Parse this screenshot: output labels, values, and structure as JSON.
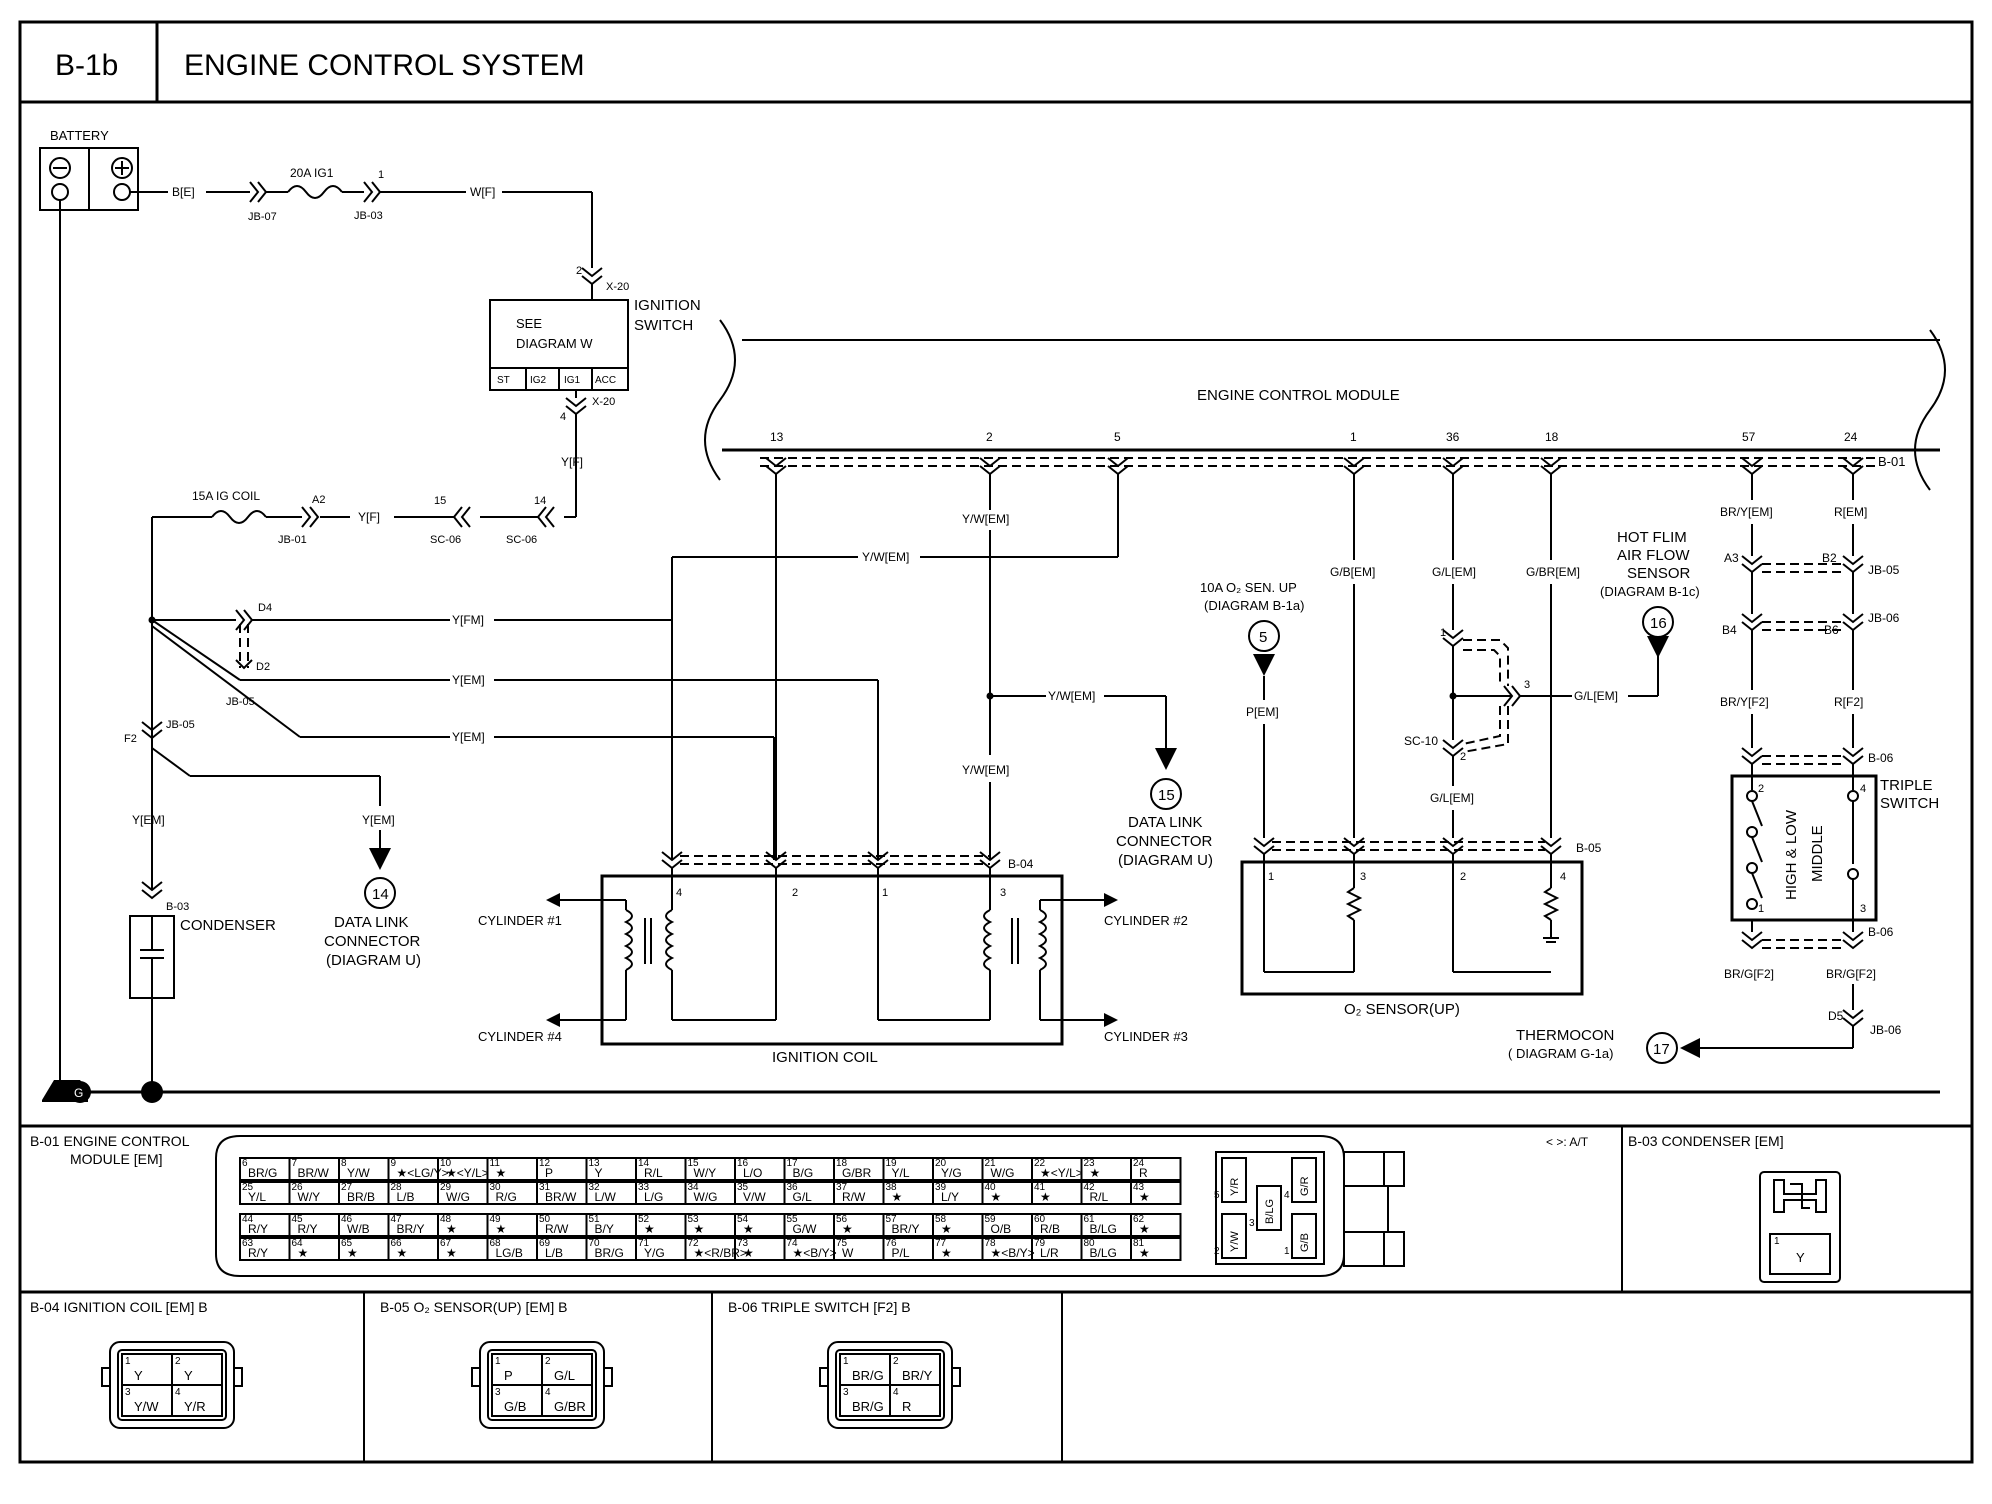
{
  "header": {
    "code": "B-1b",
    "title": "ENGINE CONTROL SYSTEM"
  },
  "battery": {
    "label": "BATTERY"
  },
  "power": {
    "fuse_main": "20A IG1",
    "fuse_coil": "15A IG COIL",
    "w_battery": "B[E]",
    "w_ig1": "W[F]",
    "w_yf": "Y[F]",
    "w_yf2": "Y[F]",
    "jb07": "JB-07",
    "jb03": "JB-03",
    "jb03_pin": "1",
    "jb01": "JB-01",
    "jb01_pin": "A2",
    "sc06a": "SC-06",
    "sc06a_pin": "15",
    "sc06b": "SC-06",
    "sc06b_pin": "14"
  },
  "ignition": {
    "label1": "IGNITION",
    "label2": "SWITCH",
    "see1": "SEE",
    "see2": "DIAGRAM W",
    "x20_top": "X-20",
    "x20_top_pin": "2",
    "x20_bot": "X-20",
    "x20_bot_pin": "4",
    "st": "ST",
    "ig2": "IG2",
    "ig1": "IG1",
    "acc": "ACC"
  },
  "ecm": {
    "label": "ENGINE CONTROL MODULE",
    "pins": [
      "13",
      "2",
      "5",
      "1",
      "36",
      "18",
      "57",
      "24"
    ],
    "b01": "B-01"
  },
  "wires": {
    "d4": "D4",
    "d2": "D2",
    "jb05": "JB-05",
    "jb05b": "JB-05",
    "f2": "F2",
    "yfm": "Y[FM]",
    "yem1": "Y[EM]",
    "yem2": "Y[EM]",
    "yem3": "Y[EM]",
    "yem4": "Y[EM]",
    "yw1": "Y/W[EM]",
    "yw2": "Y/W[EM]",
    "yw3": "Y/W[EM]",
    "yw4": "Y/W[EM]",
    "gb": "G/B[EM]",
    "gl": "G/L[EM]",
    "gl2": "G/L[EM]",
    "gl3": "G/L[EM]",
    "gbr": "G/BR[EM]",
    "pem": "P[EM]",
    "bry": "BR/Y[EM]",
    "rem": "R[EM]",
    "bryf2": "BR/Y[F2]",
    "rf2": "R[F2]",
    "brgf2a": "BR/G[F2]",
    "brgf2b": "BR/G[F2]",
    "a3": "A3",
    "b2": "B2",
    "b4": "B4",
    "b6": "B6",
    "d5": "D5",
    "jb05c": "JB-05",
    "jb06a": "JB-06",
    "jb06b": "JB-06",
    "b06a": "B-06",
    "b06b": "B-06",
    "sc10": "SC-10",
    "sc10_p1": "1",
    "sc10_p2": "2",
    "sc10_p3": "3",
    "b03": "B-03",
    "b04": "B-04",
    "b05": "B-05"
  },
  "condenser": {
    "label": "CONDENSER"
  },
  "refs": {
    "r14_num": "14",
    "r14_l1": "DATA LINK",
    "r14_l2": "CONNECTOR",
    "r14_l3": "(DIAGRAM U)",
    "r15_num": "15",
    "r15_l1": "DATA LINK",
    "r15_l2": "CONNECTOR",
    "r15_l3": "(DIAGRAM U)",
    "r5_num": "5",
    "r5_l1": "10A O₂ SEN. UP",
    "r5_l2": "(DIAGRAM B-1a)",
    "r16_num": "16",
    "r16_l1": "HOT FLIM",
    "r16_l2": "AIR FLOW",
    "r16_l3": "SENSOR",
    "r16_l4": "(DIAGRAM B-1c)",
    "r17_num": "17",
    "r17_l1": "THERMOCON",
    "r17_l2": "( DIAGRAM G-1a)"
  },
  "coil": {
    "label": "IGNITION COIL",
    "cyl1": "CYLINDER #1",
    "cyl2": "CYLINDER #2",
    "cyl3": "CYLINDER #3",
    "cyl4": "CYLINDER #4",
    "pins": [
      "4",
      "2",
      "1",
      "3"
    ]
  },
  "o2": {
    "label": "O₂ SENSOR(UP)",
    "pins": [
      "1",
      "3",
      "2",
      "4"
    ]
  },
  "triple": {
    "label1": "TRIPLE",
    "label2": "SWITCH",
    "inner1": "HIGH & LOW",
    "inner2": "MIDDLE",
    "pins": [
      "2",
      "4",
      "1",
      "3"
    ]
  },
  "connectors": {
    "b01_title1": "B-01 ENGINE CONTROL",
    "b01_title2": "MODULE [EM]",
    "at_note": "< >: A/T",
    "b03_title": "B-03 CONDENSER [EM]",
    "b03_pin": "1",
    "b03_wire": "Y",
    "b04_title": "B-04 IGNITION COIL [EM] B",
    "b05_title": "B-05 O₂ SENSOR(UP) [EM] B",
    "b06_title": "B-06 TRIPLE SWITCH [F2] B",
    "b04_cells": [
      {
        "n": "1",
        "w": "Y"
      },
      {
        "n": "2",
        "w": "Y"
      },
      {
        "n": "3",
        "w": "Y/W"
      },
      {
        "n": "4",
        "w": "Y/R"
      }
    ],
    "b05_cells": [
      {
        "n": "1",
        "w": "P"
      },
      {
        "n": "2",
        "w": "G/L"
      },
      {
        "n": "3",
        "w": "G/B"
      },
      {
        "n": "4",
        "w": "G/BR"
      }
    ],
    "b06_cells": [
      {
        "n": "1",
        "w": "BR/G"
      },
      {
        "n": "2",
        "w": "BR/Y"
      },
      {
        "n": "3",
        "w": "BR/G"
      },
      {
        "n": "4",
        "w": "R"
      }
    ],
    "b01_row1": [
      {
        "n": "6",
        "w": "BR/G"
      },
      {
        "n": "7",
        "w": "BR/W"
      },
      {
        "n": "8",
        "w": "Y/W"
      },
      {
        "n": "9",
        "w": "★<LG/Y>"
      },
      {
        "n": "10",
        "w": "★<Y/L>"
      },
      {
        "n": "11",
        "w": "★"
      },
      {
        "n": "12",
        "w": "P"
      },
      {
        "n": "13",
        "w": "Y"
      },
      {
        "n": "14",
        "w": "R/L"
      },
      {
        "n": "15",
        "w": "W/Y"
      },
      {
        "n": "16",
        "w": "L/O"
      },
      {
        "n": "17",
        "w": "B/G"
      },
      {
        "n": "18",
        "w": "G/BR"
      },
      {
        "n": "19",
        "w": "Y/L"
      },
      {
        "n": "20",
        "w": "Y/G"
      },
      {
        "n": "21",
        "w": "W/G"
      },
      {
        "n": "22",
        "w": "★<Y/L>"
      },
      {
        "n": "23",
        "w": "★"
      },
      {
        "n": "24",
        "w": "R"
      }
    ],
    "b01_row2": [
      {
        "n": "25",
        "w": "Y/L"
      },
      {
        "n": "26",
        "w": "W/Y"
      },
      {
        "n": "27",
        "w": "BR/B"
      },
      {
        "n": "28",
        "w": "L/B"
      },
      {
        "n": "29",
        "w": "W/G"
      },
      {
        "n": "30",
        "w": "R/G"
      },
      {
        "n": "31",
        "w": "BR/W"
      },
      {
        "n": "32",
        "w": "L/W"
      },
      {
        "n": "33",
        "w": "L/G"
      },
      {
        "n": "34",
        "w": "W/G"
      },
      {
        "n": "35",
        "w": "V/W"
      },
      {
        "n": "36",
        "w": "G/L"
      },
      {
        "n": "37",
        "w": "R/W"
      },
      {
        "n": "38",
        "w": "★"
      },
      {
        "n": "39",
        "w": "L/Y"
      },
      {
        "n": "40",
        "w": "★"
      },
      {
        "n": "41",
        "w": "★"
      },
      {
        "n": "42",
        "w": "R/L"
      },
      {
        "n": "43",
        "w": "★"
      }
    ],
    "b01_row3": [
      {
        "n": "44",
        "w": "R/Y"
      },
      {
        "n": "45",
        "w": "R/Y"
      },
      {
        "n": "46",
        "w": "W/B"
      },
      {
        "n": "47",
        "w": "BR/Y"
      },
      {
        "n": "48",
        "w": "★"
      },
      {
        "n": "49",
        "w": "★"
      },
      {
        "n": "50",
        "w": "R/W"
      },
      {
        "n": "51",
        "w": "B/Y"
      },
      {
        "n": "52",
        "w": "★"
      },
      {
        "n": "53",
        "w": "★"
      },
      {
        "n": "54",
        "w": "★"
      },
      {
        "n": "55",
        "w": "G/W"
      },
      {
        "n": "56",
        "w": "★"
      },
      {
        "n": "57",
        "w": "BR/Y"
      },
      {
        "n": "58",
        "w": "★"
      },
      {
        "n": "59",
        "w": "O/B"
      },
      {
        "n": "60",
        "w": "R/B"
      },
      {
        "n": "61",
        "w": "B/LG"
      },
      {
        "n": "62",
        "w": "★"
      }
    ],
    "b01_row4": [
      {
        "n": "63",
        "w": "R/Y"
      },
      {
        "n": "64",
        "w": "★"
      },
      {
        "n": "65",
        "w": "★"
      },
      {
        "n": "66",
        "w": "★"
      },
      {
        "n": "67",
        "w": "★"
      },
      {
        "n": "68",
        "w": "LG/B"
      },
      {
        "n": "69",
        "w": "L/B"
      },
      {
        "n": "70",
        "w": "BR/G"
      },
      {
        "n": "71",
        "w": "Y/G"
      },
      {
        "n": "72",
        "w": "★<R/BR>"
      },
      {
        "n": "73",
        "w": "★"
      },
      {
        "n": "74",
        "w": "★<B/Y>"
      },
      {
        "n": "75",
        "w": "W"
      },
      {
        "n": "76",
        "w": "P/L"
      },
      {
        "n": "77",
        "w": "★"
      },
      {
        "n": "78",
        "w": "★<B/Y>"
      },
      {
        "n": "79",
        "w": "L/R"
      },
      {
        "n": "80",
        "w": "B/LG"
      },
      {
        "n": "81",
        "w": "★"
      }
    ],
    "b01_side": [
      {
        "n": "5",
        "w": "Y/R"
      },
      {
        "n": "4",
        "w": "G/R"
      },
      {
        "n": "3",
        "w": "B/LG"
      },
      {
        "n": "2",
        "w": "Y/W"
      },
      {
        "n": "1",
        "w": "G/B"
      }
    ]
  }
}
